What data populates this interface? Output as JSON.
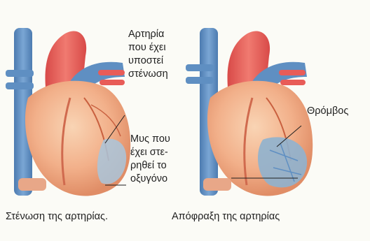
{
  "colors": {
    "background": "#fbfbf6",
    "heart": "#f2b08a",
    "aorta": "#e85c58",
    "vein": "#5f8fc2",
    "damaged_tissue": "#a9c6dc",
    "text": "#1e1e1e"
  },
  "left_panel": {
    "annotations": [
      {
        "text": "Αρτηρία\nπου έχει\nυποστεί\nστένωση"
      },
      {
        "text": "Μυς που\nέχει στε-\nρηθεί το\nοξυγόνο"
      }
    ],
    "caption": "Στένωση της αρτηρίας."
  },
  "right_panel": {
    "annotations": [
      {
        "text": "Θρόμβος"
      }
    ],
    "caption": "Απόφραξη της αρτηρίας"
  }
}
